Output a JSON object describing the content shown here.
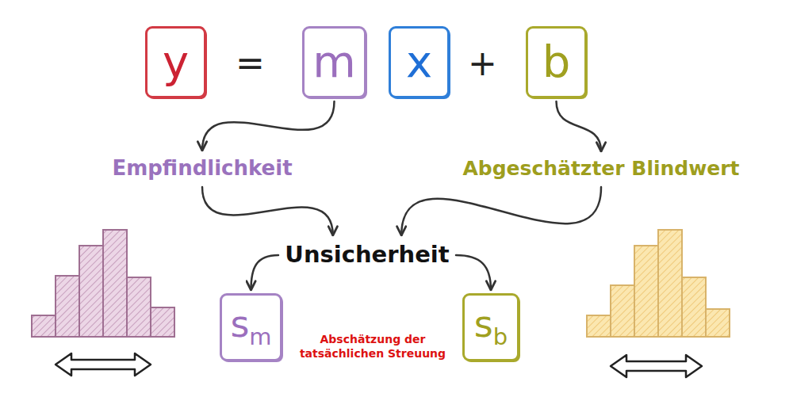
{
  "diagram": {
    "nodes": [
      {
        "text": [
          "y"
        ]
      },
      {
        "text": [
          "m"
        ]
      },
      {
        "text": [
          "x"
        ]
      },
      {
        "text": [
          "b"
        ]
      },
      {
        "text": [
          "Empfindlichkeit"
        ]
      },
      {
        "text": [
          "Abgeschätzter Blindwert"
        ]
      },
      {
        "text": [
          "Unsicherheit"
        ]
      },
      {
        "text": [
          "s",
          "m"
        ]
      },
      {
        "text": [
          "s",
          "b"
        ]
      }
    ],
    "edges": [
      {
        "from": 1,
        "to": 4,
        "arrow": "to"
      },
      {
        "from": 3,
        "to": 5,
        "arrow": "to"
      },
      {
        "from": 4,
        "to": 6,
        "arrow": "to"
      },
      {
        "from": 5,
        "to": 6,
        "arrow": "to"
      },
      {
        "from": 6,
        "to": 7,
        "arrow": "to"
      },
      {
        "from": 6,
        "to": 8,
        "arrow": "to"
      }
    ],
    "labels": [
      "=",
      "+",
      "Abschätzung der tatsächlichen Streuung"
    ]
  }
}
